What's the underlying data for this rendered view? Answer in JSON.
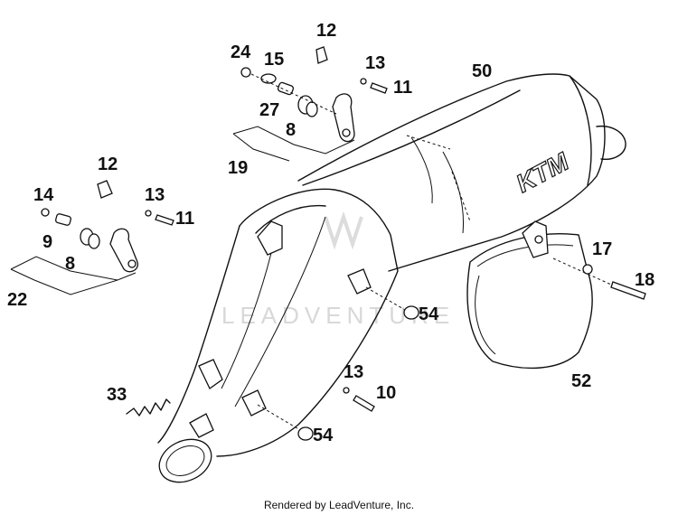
{
  "diagram": {
    "watermark": "LEADVENTURE",
    "logo_text": "KTM",
    "callouts": {
      "c12a": "12",
      "c24": "24",
      "c15": "15",
      "c13a": "13",
      "c11a": "11",
      "c27": "27",
      "c8a": "8",
      "c19": "19",
      "c50": "50",
      "c12b": "12",
      "c14": "14",
      "c13b": "13",
      "c11b": "11",
      "c9": "9",
      "c8b": "8",
      "c22": "22",
      "c17": "17",
      "c18": "18",
      "c54a": "54",
      "c52": "52",
      "c33": "33",
      "c13c": "13",
      "c10": "10",
      "c54b": "54"
    }
  },
  "footer": {
    "text": "Rendered by LeadVenture, Inc."
  }
}
